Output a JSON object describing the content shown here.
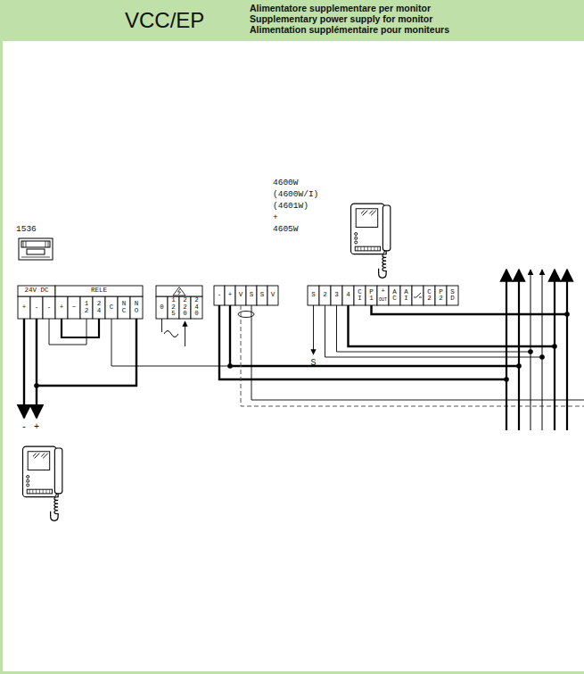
{
  "diagram": {
    "title": "VCC/EP",
    "nodes": [
      {
        "text": [
          "1536"
        ]
      },
      {
        "text": [
          "4600W",
          "(4600W/I)",
          "(4601W)",
          "+",
          "4605W"
        ]
      }
    ],
    "labels": [
      "Alimentatore supplementare per monitor",
      "Supplementary power supply for monitor",
      "Alimentation supplémentaire pour moniteurs",
      "24V DC",
      "RELE",
      "+",
      "-",
      "-",
      "+",
      "~",
      "12",
      "24",
      "C",
      "NC",
      "NO",
      "0",
      "125",
      "220",
      "240",
      "-",
      "+",
      "V",
      "S",
      "S",
      "V",
      "S",
      "2",
      "3",
      "4",
      "CI",
      "P1",
      "+",
      "OUT",
      "AC",
      "AI",
      "C2",
      "P2",
      "SD",
      "-",
      "+",
      "S"
    ]
  }
}
